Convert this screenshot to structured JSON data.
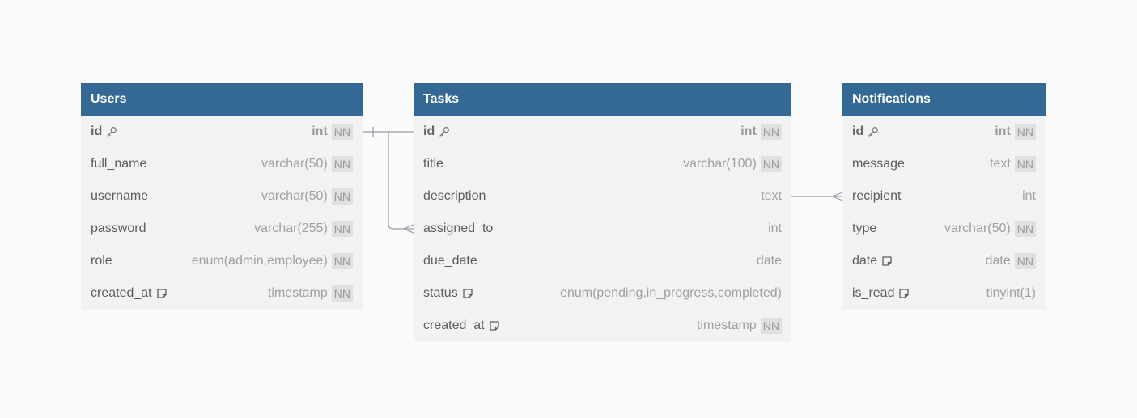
{
  "tables": {
    "users": {
      "title": "Users",
      "columns": [
        {
          "name": "id",
          "type": "int",
          "nn": "NN",
          "icon": "key-icon"
        },
        {
          "name": "full_name",
          "type": "varchar(50)",
          "nn": "NN"
        },
        {
          "name": "username",
          "type": "varchar(50)",
          "nn": "NN"
        },
        {
          "name": "password",
          "type": "varchar(255)",
          "nn": "NN"
        },
        {
          "name": "role",
          "type": "enum(admin,employee)",
          "nn": "NN"
        },
        {
          "name": "created_at",
          "type": "timestamp",
          "nn": "NN",
          "icon": "note-icon"
        }
      ]
    },
    "tasks": {
      "title": "Tasks",
      "columns": [
        {
          "name": "id",
          "type": "int",
          "nn": "NN",
          "icon": "key-icon"
        },
        {
          "name": "title",
          "type": "varchar(100)",
          "nn": "NN"
        },
        {
          "name": "description",
          "type": "text"
        },
        {
          "name": "assigned_to",
          "type": "int"
        },
        {
          "name": "due_date",
          "type": "date"
        },
        {
          "name": "status",
          "type": "enum(pending,in_progress,completed)",
          "icon": "note-icon"
        },
        {
          "name": "created_at",
          "type": "timestamp",
          "nn": "NN",
          "icon": "note-icon"
        }
      ]
    },
    "notifications": {
      "title": "Notifications",
      "columns": [
        {
          "name": "id",
          "type": "int",
          "nn": "NN",
          "icon": "key-icon"
        },
        {
          "name": "message",
          "type": "text",
          "nn": "NN"
        },
        {
          "name": "recipient",
          "type": "int"
        },
        {
          "name": "type",
          "type": "varchar(50)",
          "nn": "NN"
        },
        {
          "name": "date",
          "type": "date",
          "nn": "NN",
          "icon": "note-icon"
        },
        {
          "name": "is_read",
          "type": "tinyint(1)",
          "icon": "note-icon"
        }
      ]
    }
  },
  "colors": {
    "header": "#336994",
    "table_body": "#f2f2f2",
    "background": "#fafafa",
    "connector": "#9a9aa8"
  }
}
